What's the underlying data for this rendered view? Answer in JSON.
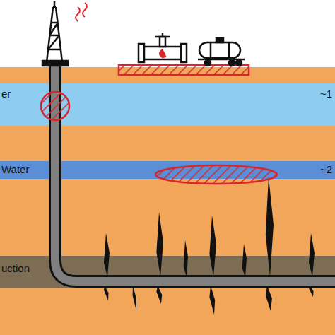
{
  "diagram": {
    "nodes": [
      {
        "text": [
          "er",
          "~1"
        ]
      },
      {
        "text": [
          "Water",
          "~2"
        ]
      },
      {
        "text": [
          "uction"
        ]
      }
    ]
  }
}
